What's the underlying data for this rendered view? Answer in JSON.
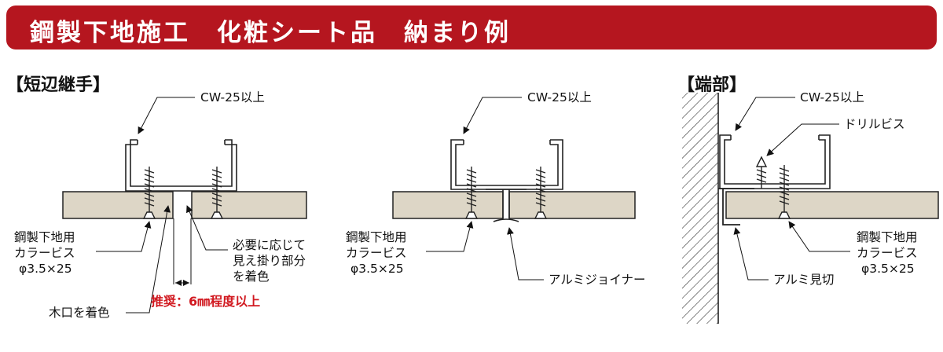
{
  "header": {
    "title": "鋼製下地施工　化粧シート品　納まり例",
    "color": "#b5161f"
  },
  "sections": {
    "short_joint": {
      "title": "【短辺継手】",
      "labels": {
        "stud": "CW-25以上",
        "screw": [
          "鋼製下地用",
          "カラービス",
          "φ3.5×25"
        ],
        "paint_note": [
          "必要に応じて",
          "見え掛り部分",
          "を着色"
        ],
        "edge": "木口を着色",
        "recommend": "推奨：6㎜程度以上"
      }
    },
    "joiner": {
      "labels": {
        "stud": "CW-25以上",
        "screw": [
          "鋼製下地用",
          "カラービス",
          "φ3.5×25"
        ],
        "joiner": "アルミジョイナー"
      }
    },
    "end": {
      "title": "【端部】",
      "labels": {
        "stud": "CW-25以上",
        "drill": "ドリルビス",
        "screw": [
          "鋼製下地用",
          "カラービス",
          "φ3.5×25"
        ],
        "trim": "アルミ見切"
      }
    }
  },
  "colors": {
    "board": "#ddd6c6",
    "recommend": "#d11920"
  }
}
